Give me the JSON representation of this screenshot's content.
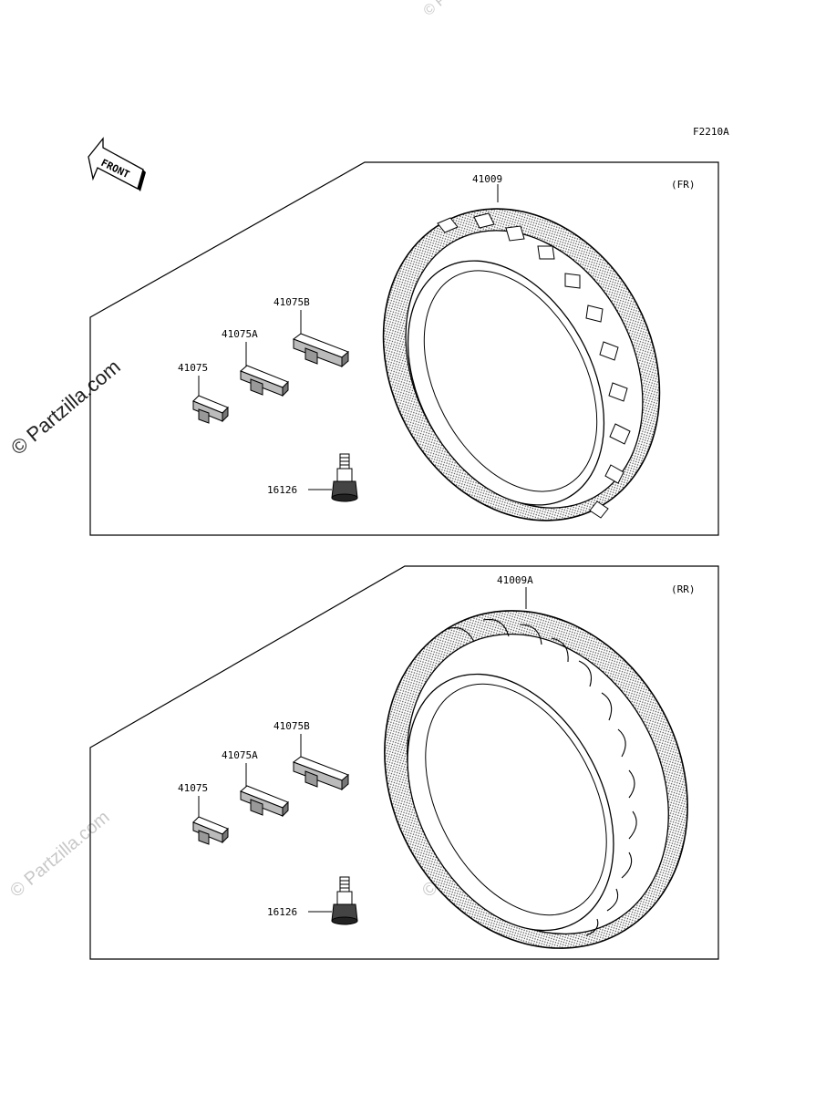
{
  "diagram_code": "F2210A",
  "front_label": "FRONT",
  "watermark": "© Partzilla.com",
  "front_section": {
    "position_label": "(FR)",
    "tire_part": "41009",
    "weights": [
      "41075B",
      "41075A",
      "41075"
    ],
    "valve_part": "16126"
  },
  "rear_section": {
    "position_label": "(RR)",
    "tire_part": "41009A",
    "weights": [
      "41075B",
      "41075A",
      "41075"
    ],
    "valve_part": "16126"
  }
}
